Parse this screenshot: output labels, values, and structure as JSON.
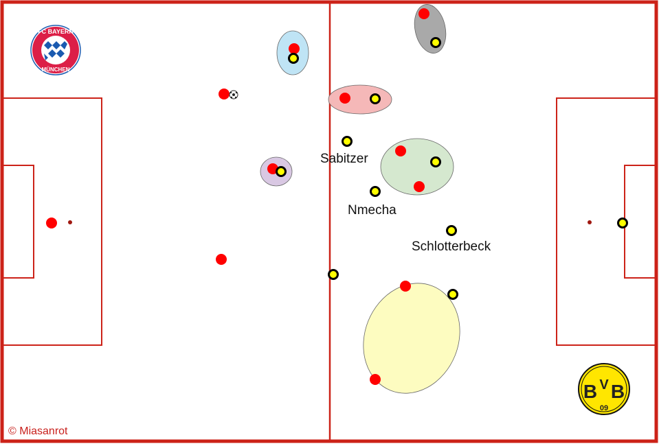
{
  "colors": {
    "line": "#cc2218",
    "bayern": "#ff0000",
    "bvb_fill": "#ffff00",
    "bvb_ring": "#000000"
  },
  "labels": {
    "sabitzer": "Sabitzer",
    "nmecha": "Nmecha",
    "schlotterbeck": "Schlotterbeck"
  },
  "copyright": "© Miasanrot",
  "logos": {
    "bayern": "FC BAYERN MÜNCHEN",
    "bvb": "BVB 09"
  },
  "zones": [
    {
      "name": "zone-light-blue",
      "color": "#bfe4f5"
    },
    {
      "name": "zone-purple",
      "color": "#d9c8e3"
    },
    {
      "name": "zone-pink",
      "color": "#f5b8b8"
    },
    {
      "name": "zone-green",
      "color": "#d5e8cf"
    },
    {
      "name": "zone-gray",
      "color": "#a9a9a9"
    },
    {
      "name": "zone-yellow",
      "color": "#fdfcc0"
    }
  ]
}
